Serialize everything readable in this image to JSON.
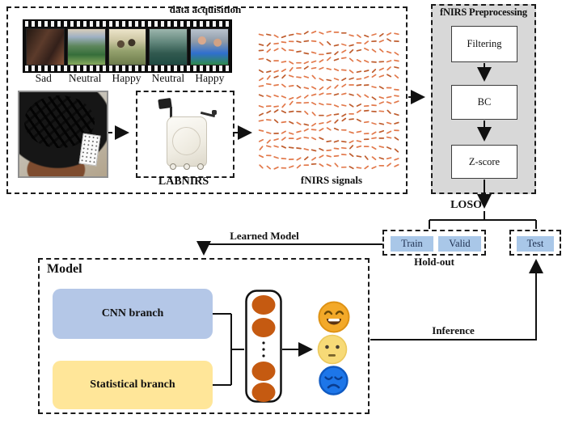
{
  "data_acquisition": {
    "title": "data acquisition",
    "film_strip_labels": [
      "Sad",
      "Neutral",
      "Happy",
      "Neutral",
      "Happy"
    ],
    "device_label": "LABNIRS",
    "signals_label": "fNIRS signals",
    "signal_color": "#e2794b"
  },
  "preprocessing": {
    "title": "fNIRS Preprocessing",
    "steps": [
      "Filtering",
      "BC",
      "Z-score"
    ],
    "background_color": "#d8d8d8"
  },
  "data_split": {
    "loso_label": "LOSO",
    "holdout_group_label": "Hold-out",
    "train_label": "Train",
    "valid_label": "Valid",
    "test_label": "Test",
    "box_color": "#a9c7e8"
  },
  "model": {
    "title": "Model",
    "cnn_branch_label": "CNN branch",
    "statistical_branch_label": "Statistical branch",
    "cnn_branch_color": "#b4c7e7",
    "statistical_branch_color": "#ffe699",
    "neuron_color": "#c55a11"
  },
  "flow_labels": {
    "learned_model": "Learned Model",
    "inference": "Inference"
  },
  "emotion_outputs": {
    "labels": [
      "happy",
      "neutral",
      "sad"
    ],
    "happy_color": "#f3a929",
    "neutral_color": "#f7da77",
    "sad_color": "#1d76e9"
  }
}
